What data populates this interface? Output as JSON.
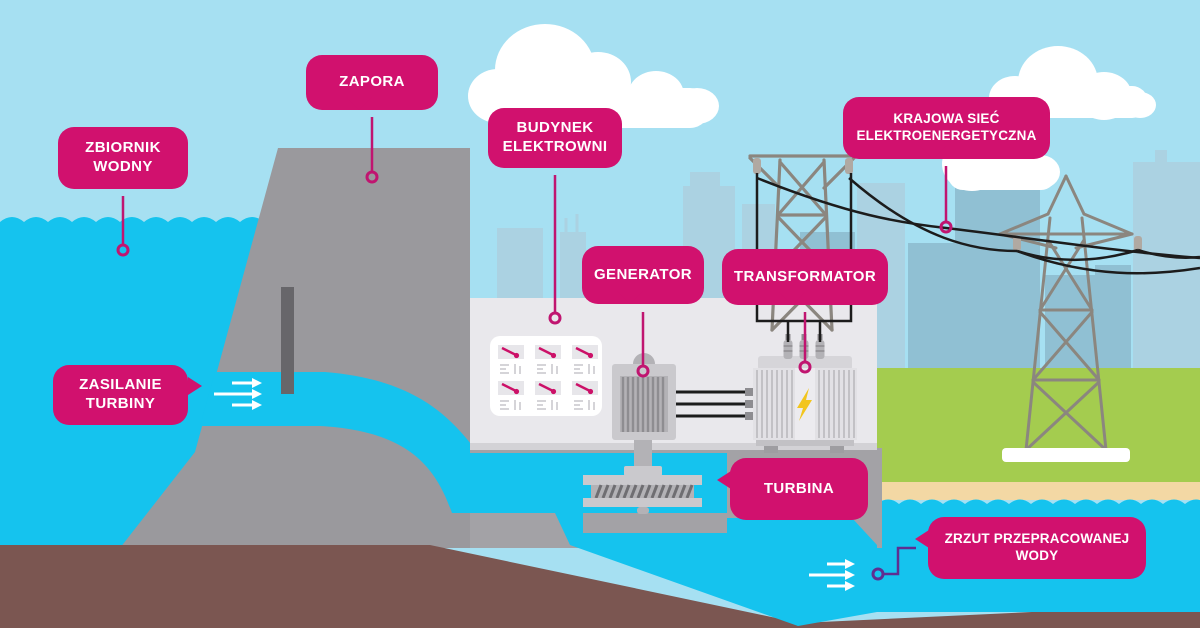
{
  "labels": {
    "zbiornik_wodny": "ZBIORNIK\nWODNY",
    "zapora": "ZAPORA",
    "budynek_elektrowni": "BUDYNEK\nELEKTROWNI",
    "generator": "GENERATOR",
    "transformator": "TRANSFORMATOR",
    "krajowa_siec": "KRAJOWA SIEĆ\nELEKTROENERGETYCZNA",
    "zasilanie_turbiny": "ZASILANIE\nTURBINY",
    "turbina": "TURBINA",
    "zrzut_wody": "ZRZUT PRZEPRACOWANEJ\nWODY"
  },
  "colors": {
    "label_magenta": "#d1116e",
    "pointer_magenta": "#c01570",
    "connector_purple": "#5f2d91",
    "sky": "#a6e0f2",
    "water": "#15c3ee",
    "dam_gray": "#9a999d",
    "ground_brown": "#7b5651",
    "grass_green": "#a4cc4f",
    "sand": "#f3d8a4",
    "skyline_light": "#abd2e2",
    "skyline_dark": "#90c0d3",
    "bolt_yellow": "#f2c51d"
  }
}
